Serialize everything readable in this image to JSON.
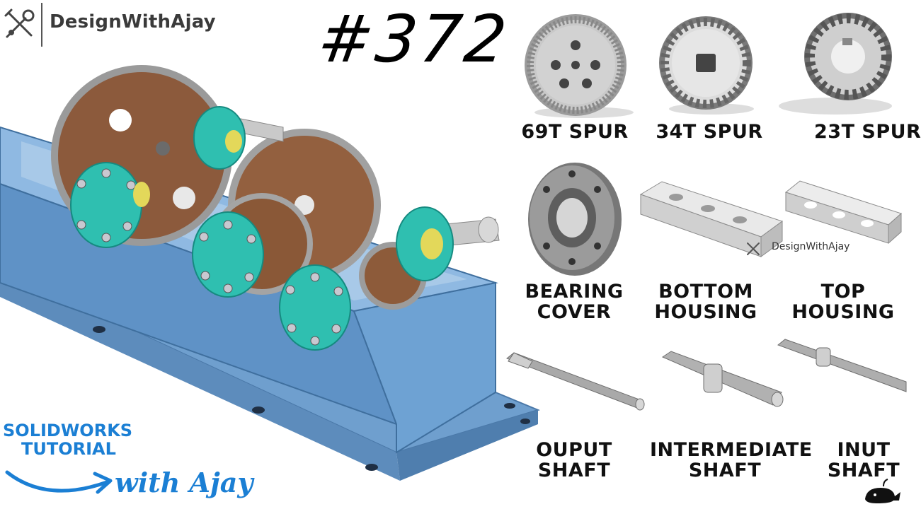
{
  "brand": {
    "name": "DesignWithAjay"
  },
  "episode": {
    "number": "#372"
  },
  "parts": {
    "gear_69t": "69T SPUR",
    "gear_34t": "34T SPUR",
    "gear_23t": "23T SPUR",
    "bearing_cover": [
      "BEARING",
      "COVER"
    ],
    "bottom_housing": [
      "BOTTOM",
      "HOUSING"
    ],
    "top_housing": [
      "TOP",
      "HOUSING"
    ],
    "output_shaft": [
      "OUPUT",
      "SHAFT"
    ],
    "intermediate_shaft": [
      "INTERMEDIATE",
      "SHAFT"
    ],
    "input_shaft": [
      "INUT",
      "SHAFT"
    ]
  },
  "watermark": {
    "text": "DesignWithAjay"
  },
  "tutorial": {
    "line1": "SOLIDWORKS",
    "line2": "TUTORIAL",
    "signature": "with Ajay"
  },
  "colors": {
    "housing_blue": "#6f9fce",
    "gear_brown": "#8c5a3c",
    "cover_teal": "#2fbfb0",
    "accent_blue": "#1b7fd4",
    "metal_grey": "#b9b9b9"
  },
  "icons": [
    "tools-icon",
    "whale-icon",
    "arrow-curve-icon"
  ]
}
